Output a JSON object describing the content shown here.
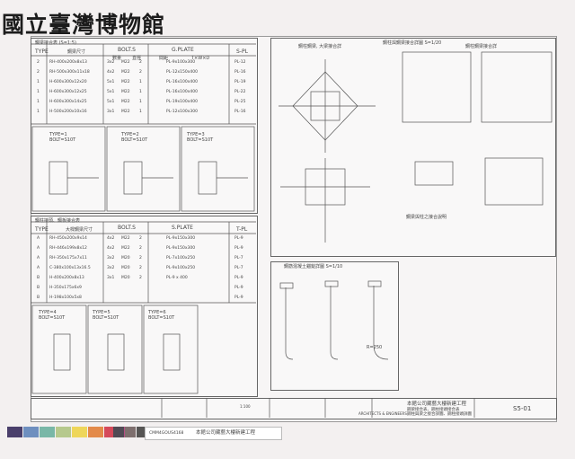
{
  "museum": {
    "logo_text": "國立臺灣博物館"
  },
  "sheet": {
    "project_title": "本館公司藏藝大樓新建工程",
    "drawing_title_1": "鋼梁接合表、鋼柱接頭接合表",
    "drawing_title_2": "鋼柱與梁之接合詳圖、鋼柱接頭詳圖",
    "sheet_no": "S5-01",
    "firm_label": "ARCHITECTS & ENGINEERS",
    "scale_label": "1:100"
  },
  "table_beam": {
    "title": "鋼梁接合表 (S=1:5)",
    "headers": [
      "TYPE",
      "鋼梁尺寸",
      "BOLT.S",
      "G.PLATE",
      "S-PL"
    ],
    "subheaders": [
      "數量",
      "直徑",
      "間距",
      "T×W×D"
    ],
    "rows": [
      [
        "2",
        "RH-400x200x8x13",
        "3x2",
        "M22",
        "2",
        "PL-9x100x300",
        "PL-12"
      ],
      [
        "2",
        "RH-500x300x11x18",
        "4x2",
        "M22",
        "2",
        "PL-12x150x400",
        "PL-16"
      ],
      [
        "1",
        "H-600x300x12x20",
        "5x1",
        "M22",
        "1",
        "PL-16x100x400",
        "PL-19"
      ],
      [
        "1",
        "H-600x300x12x25",
        "5x1",
        "M22",
        "1",
        "PL-16x100x400",
        "PL-22"
      ],
      [
        "1",
        "H-600x300x14x25",
        "5x1",
        "M22",
        "1",
        "PL-19x100x400",
        "PL-25"
      ],
      [
        "1",
        "H-500x200x10x16",
        "3x1",
        "M22",
        "1",
        "PL-12x100x300",
        "PL-16"
      ]
    ],
    "type_labels": [
      "TYPE=1\nBOLT=S10T",
      "TYPE=2\nBOLT=S10T",
      "TYPE=3\nBOLT=S10T"
    ]
  },
  "table_girder": {
    "title": "鋼柱接頭、鋼板接合表",
    "headers": [
      "TYPE",
      "大樑鋼梁尺寸",
      "BOLT.S",
      "S.PLATE",
      "T-PL"
    ],
    "rows": [
      [
        "A",
        "RH-450x200x9x14",
        "4x2",
        "M22",
        "2",
        "PL-9x150x300",
        "PL-9"
      ],
      [
        "A",
        "RH-446x199x8x12",
        "4x2",
        "M22",
        "2",
        "PL-9x150x300",
        "PL-9"
      ],
      [
        "A",
        "RH-350x175x7x11",
        "3x2",
        "M20",
        "2",
        "PL-7x100x250",
        "PL-7"
      ],
      [
        "A",
        "C-380x100x13x16.5",
        "3x2",
        "M20",
        "2",
        "PL-9x100x250",
        "PL-7"
      ],
      [
        "B",
        "H-400x200x8x13",
        "3x1",
        "M20",
        "2",
        "PL-9 x 400",
        "PL-9"
      ],
      [
        "B",
        "H-350x175x6x9",
        "",
        "",
        "",
        "",
        "PL-9"
      ],
      [
        "B",
        "H-198x100x5x8",
        "",
        "",
        "",
        "",
        "PL-9"
      ]
    ],
    "type_labels": [
      "TYPE=4\nBOLT=S10T",
      "TYPE=5\nBOLT=S10T",
      "TYPE=6\nBOLT=S10T"
    ]
  },
  "details": {
    "box_titles": [
      "鋼柱鋼梁, 大梁接合詳",
      "鋼柱與鋼梁接合詳圖 S=1/20",
      "鋼柱鋼梁接合詳"
    ],
    "notes_title": "鋼梁與柱之接合說明",
    "anchor_title": "鋼筋混凝土錨錠詳圖 S=1/10",
    "r_label": "R=250"
  },
  "footer": {
    "code": "CMM4GOUS4168",
    "caption": "本館公司藏藝大樓新建工程"
  },
  "colors": {
    "swatches_top": [
      "#4a3f6b",
      "#6e8fbf",
      "#79b7a7",
      "#b6c98d",
      "#eed65a",
      "#e38a4a",
      "#d5495a",
      "#b84f84"
    ],
    "swatches_bottom": [
      "#514a54",
      "#7e6f6e",
      "#565554"
    ],
    "line": "#555555"
  }
}
